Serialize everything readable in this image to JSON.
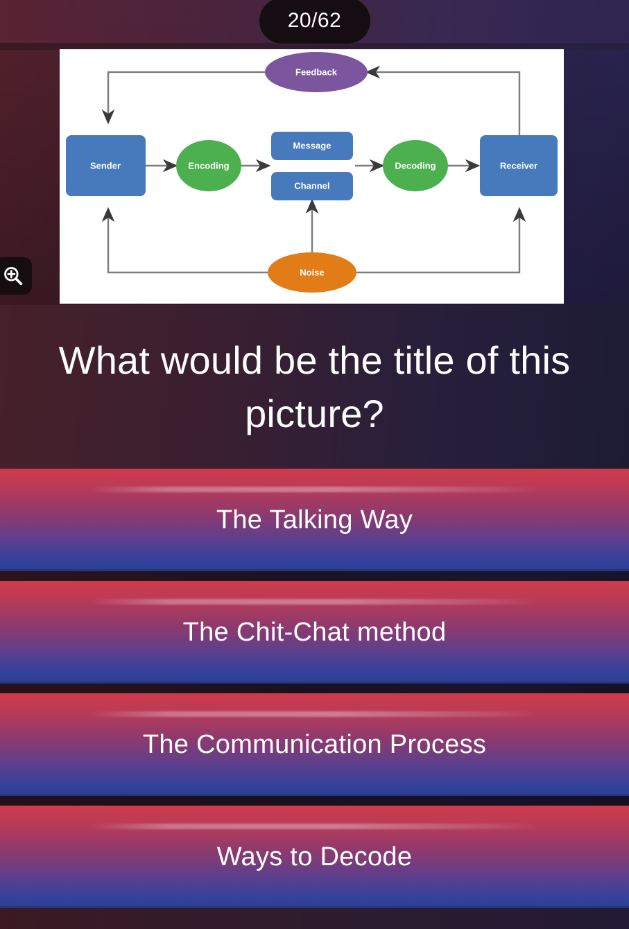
{
  "header": {
    "counter": "20/62"
  },
  "toolbar": {
    "zoom_icon": "zoom-in-magnifier-icon"
  },
  "question": {
    "text": "What would be the title of this picture?"
  },
  "image": {
    "alt": "communication process diagram",
    "background": "#ffffff",
    "colors": {
      "box_blue": "#4779bd",
      "ellipse_green": "#4cb04e",
      "ellipse_purple": "#7b569f",
      "ellipse_orange": "#e17c16",
      "arrow_gray": "#7c7c7c",
      "arrow_head": "#3a3a3a"
    },
    "nodes": [
      {
        "id": "sender",
        "label": "Sender",
        "shape": "rect",
        "color": "#4779bd"
      },
      {
        "id": "encoding",
        "label": "Encoding",
        "shape": "ellipse",
        "color": "#4cb04e"
      },
      {
        "id": "message",
        "label": "Message",
        "shape": "rect",
        "color": "#4779bd"
      },
      {
        "id": "channel",
        "label": "Channel",
        "shape": "rect",
        "color": "#4779bd"
      },
      {
        "id": "decoding",
        "label": "Decoding",
        "shape": "ellipse",
        "color": "#4cb04e"
      },
      {
        "id": "receiver",
        "label": "Receiver",
        "shape": "rect",
        "color": "#4779bd"
      },
      {
        "id": "feedback",
        "label": "Feedback",
        "shape": "ellipse",
        "color": "#7b569f"
      },
      {
        "id": "noise",
        "label": "Noise",
        "shape": "ellipse",
        "color": "#e17c16"
      }
    ],
    "edges": [
      {
        "from": "sender",
        "to": "encoding"
      },
      {
        "from": "encoding",
        "to": "message"
      },
      {
        "from": "channel",
        "to": "decoding"
      },
      {
        "from": "decoding",
        "to": "receiver"
      },
      {
        "from": "receiver",
        "to": "feedback"
      },
      {
        "from": "feedback",
        "to": "sender"
      },
      {
        "from": "noise",
        "to": "sender"
      },
      {
        "from": "noise",
        "to": "channel"
      },
      {
        "from": "noise",
        "to": "receiver"
      }
    ]
  },
  "answers": [
    {
      "index": 0,
      "label": "The Talking Way"
    },
    {
      "index": 1,
      "label": "The Chit-Chat method"
    },
    {
      "index": 2,
      "label": "The Communication Process"
    },
    {
      "index": 3,
      "label": "Ways to Decode"
    }
  ],
  "theme": {
    "answer_gradient_top": "#cf3a4b",
    "answer_gradient_bottom": "#2c3f92",
    "text_color": "#ffffff",
    "counter_bg": "#150d11"
  }
}
